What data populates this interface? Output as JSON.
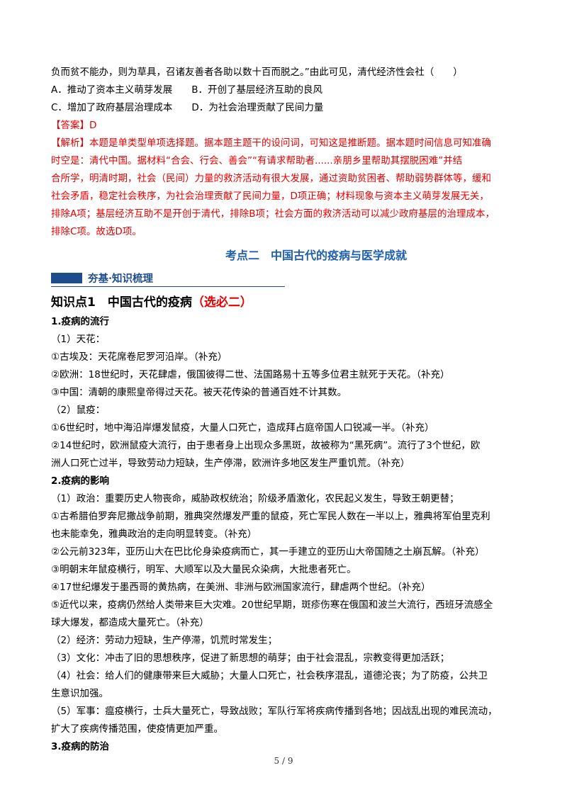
{
  "question": {
    "line1": "负而贫不能办，则为草具，召诸友善者各助以数十百而脱之。”由此可见，清代经济性会社（　　）",
    "option_ab": "A．推动了资本主义萌芽发展　　B．开创了基层经济互助的良风",
    "option_cd": "C．增加了政府基层治理成本　　D．为社会治理贡献了民间力量",
    "answer": "【答案】D",
    "analysis": [
      "【解析】本题是单类型单项选择题。据本题主题干的设问词，可知这是推断题。据本题时间信息可知准确",
      "时空是：清代中国。据材料“合会、行会、善会”“有请求帮助者......亲朋乡里帮助其摆脱困难”并结",
      "合所学，明清时期，社会（民间）力量的救济活动有很大发展，通过资助贫困者、帮助弱势群体等，缓和",
      "社会矛盾，稳定社会秩序，为社会治理贡献了民间力量，D项正确；材料现象与资本主义萌芽发展无关，",
      "排除A项；基层经济互助不是开创于清代，排除B项；社会方面的救济活动可以减少政府基层的治理成本，",
      "排除C项。故选D项。"
    ]
  },
  "kaodian_title": "考点二　中国古代的疫病与医学成就",
  "banner_label": "夯基·知识梳理",
  "knowledge_point": {
    "title": "知识点1　中国古代的疫病",
    "title_red": "（选必二）"
  },
  "section1": {
    "heading": "1.疫病的流行",
    "lines": [
      "（1）天花：",
      "①古埃及：天花席卷尼罗河沿岸。（补充）",
      "②欧洲：18世纪时，天花肆虐，俄国彼得二世、法国路易十五等多位君主就死于天花。（补充）",
      "③中国：清朝的康熙皇帝得过天花。被天花传染的普通百姓不计其数。",
      "（2）鼠疫：",
      "①6世纪时，地中海沿岸爆发鼠疫，大量人口死亡，造成拜占庭帝国人口锐减一半。（补充）",
      "②14世纪时，欧洲鼠疫大流行，由于患者身上出现众多黑斑，故被称为“黑死病”。流行了3个世纪，欧",
      "洲人口死亡过半，导致劳动力短缺，生产停滞，欧洲许多地区发生严重饥荒。（补充）"
    ]
  },
  "section2": {
    "heading": "2.疫病的影响",
    "lines": [
      "（1）政治：重要历史人物丧命，威胁政权统治；阶级矛盾激化，农民起义发生，导致王朝更替；",
      "①古希腊伯罗奔尼撒战争前期，雅典突然爆发严重的鼠疫，死亡军民人数在一半以上，雅典将军伯里克利",
      "也未能幸免，雅典政治的走向明显转变。（补充）",
      "②公元前323年，亚历山大在巴比伦身染疫病而亡，其一手建立的亚历山大帝国随之土崩瓦解。（补充）",
      "③明朝末年鼠疫横行，明军、大顺军以及大量民众染病，大批患者死亡。",
      "④17世纪爆发于墨西哥的黄热病，在美洲、非洲与欧洲国家流行，肆虐两个世纪。（补充）",
      "⑤近代以来，疫病仍然给人类带来巨大灾难。20世纪早期，斑疹伤寒在俄国和波兰大流行，西班牙流感全",
      "球大爆发，都造成大量死亡。（补充）",
      "（2）经济：劳动力短缺，生产停滞，饥荒时常发生；",
      "（3）文化：冲击了旧的思想秩序，促进了新思想的萌芽；由于社会混乱，宗教变得更加活跃；",
      "（4）社会：给人们的健康带来巨大威胁；大量人口死亡，社会秩序混乱，道德沦丧；为了防疫，公共卫",
      "生意识加强。",
      "（5）军事：瘟疫横行，士兵大量死亡，导致战败；军队行军将疾病传播到各地；因战乱出现的难民流动，",
      "扩大了疾病传播范围，使疫情更加严重。"
    ]
  },
  "section3": {
    "heading": "3.疫病的防治"
  },
  "footer": {
    "page_number": "5 / 9"
  }
}
